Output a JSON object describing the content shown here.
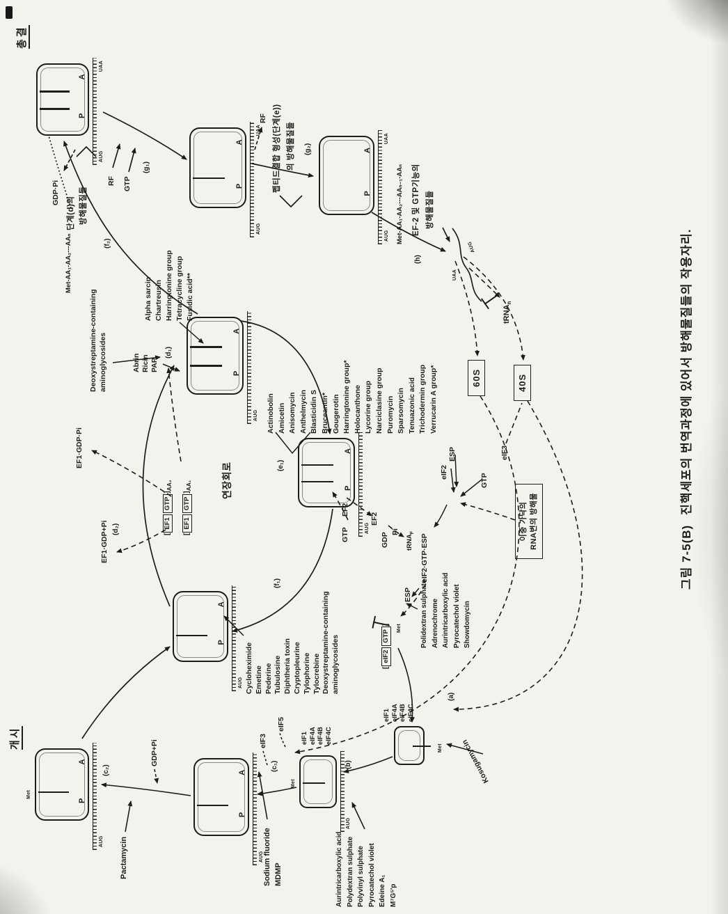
{
  "figure": {
    "caption_prefix": "그림 7-5(B)",
    "caption_text": "진핵세포의 번역과정에 있어서 방해물질들의 작용자리."
  },
  "headers": {
    "initiation": "개시",
    "termination": "총결",
    "elongation_cycle": "연장회로"
  },
  "rib": {
    "p": "P",
    "a": "A",
    "aug": "AUG",
    "uaa": "UAA",
    "met": "Met"
  },
  "steps": {
    "a": "(a)",
    "b": "(b)",
    "c1": "(c₁)",
    "c2": "(c₂)",
    "d1": "(d₁)",
    "d2": "(d₂)",
    "e1": "(e₁)",
    "f1": "(f₁)",
    "f2": "(f₂)",
    "g1": "(g₁)",
    "g2": "(g₂)",
    "h": "(h)"
  },
  "molecules": {
    "gdp_pi": "GDP+Pi",
    "gdp_pi_dot": "GDP·Pi",
    "rf": "RF",
    "gtp": "GTP",
    "ef1_gdp_pi_dot": "EF1·GDP·Pi",
    "ef1_gdp_pi": "EF1·GDP+Pi",
    "ef1": "EF1",
    "aa1": "AA₁",
    "aa2": "AA₂",
    "ef2": "EF2",
    "gdp": "GDP",
    "pi": "Pi",
    "trna": "tRNA",
    "trna_f_sub": "F",
    "trna_n_sub": "n",
    "eif1": "eIF1",
    "eif2": "eIF2",
    "eif3": "eIF3",
    "eif4a": "eIF4A",
    "eif4b": "eIF4B",
    "eif4c": "eIF4C",
    "eif5": "eIF5",
    "esp": "ESP",
    "eif2_gtp_esp": "eIF2·GTP·ESP",
    "s60": "60S",
    "s40": "40S",
    "peptide_growing": "Met-AA₁-AA₂---AAₙ",
    "peptide_released": "Met-AA₁-AA₂---AAₙ₋₁-AAₙ",
    "lb": "[",
    "rb": "]"
  },
  "annotations": {
    "step_d_line1": "단계(d)의",
    "step_d_line2": "방해물질들",
    "peptide_bond_line1": "펩티드결합 형성(단계(e))",
    "peptide_bond_line2": "의 방해물질들",
    "ef2_line1": "EF-2 및 GTP기능의",
    "ef2_line2": "방해물질들",
    "dsrna_line1": "이중 가닥의",
    "dsrna_line2": "RNA변의 방해물"
  },
  "drugs": {
    "pactamycin": "Pactamycin",
    "kasugamycin": "Kosugamycin",
    "c1_block": [
      "Sodium fluoride",
      "MDMP"
    ],
    "mrna_binding": [
      "Aurintricarboxylic acid",
      "Polydextran sulphate",
      "Polyvinyl sulphate",
      "Pyrocatechol violet",
      "Edeine A₁",
      "M⁷G⁵'p"
    ],
    "ternary_block": [
      "Polidextran sulphate",
      "Adrenochrome",
      "Aurintricarboxylic acid",
      "Pyrocatechol violet",
      "Showdomycin"
    ],
    "translocation": [
      "Cycloheximide",
      "Emetine",
      "Pederine",
      "Tubulosine",
      "Diphtheria toxin",
      "Cryptopleurine",
      "Tylophorine",
      "Tylocrebine",
      "Deoxystreptamine-containing aminoglycosides"
    ],
    "aa_binding": "Deoxystreptamine-containing aminoglycosides",
    "ribotoxins": [
      "Abrin",
      "Ricin",
      "PAP"
    ],
    "cycle_right_block": [
      "Alpha sarcin",
      "Chartreusin",
      "Harringtonine group",
      "Tetracycline group",
      "Fusidic acid**"
    ],
    "peptidyl_transferase": [
      "Actinobolin",
      "Amicetin",
      "Anisomycin",
      "Anthelmycin",
      "Blasticidin S",
      "Bruceantin*",
      "Gougerotin",
      "Harringtonine group*",
      "Holocanthone",
      "Lycorine group",
      "Narciclasine group",
      "Puromycin",
      "Sparsomycin",
      "Tenuazonic acid",
      "Trichodermin group",
      "Verrucarin A group*"
    ]
  }
}
